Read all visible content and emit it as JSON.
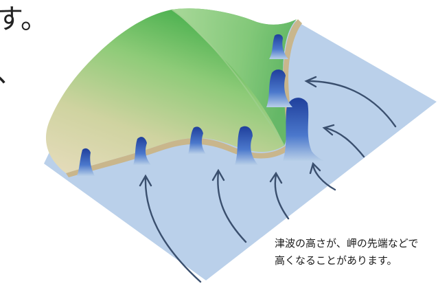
{
  "heading": {
    "line1": "す。",
    "line2": "、"
  },
  "caption": {
    "line1": "津波の高さが、岬の先端などで",
    "line2": "高くなることがあります。"
  },
  "colors": {
    "sea": "#b8cfe8",
    "land_green": "#5cb85a",
    "land_tan": "#dccfa4",
    "shore": "#c9b68c",
    "wave": "#2f55b0",
    "arrow": "#3a4f6e"
  }
}
